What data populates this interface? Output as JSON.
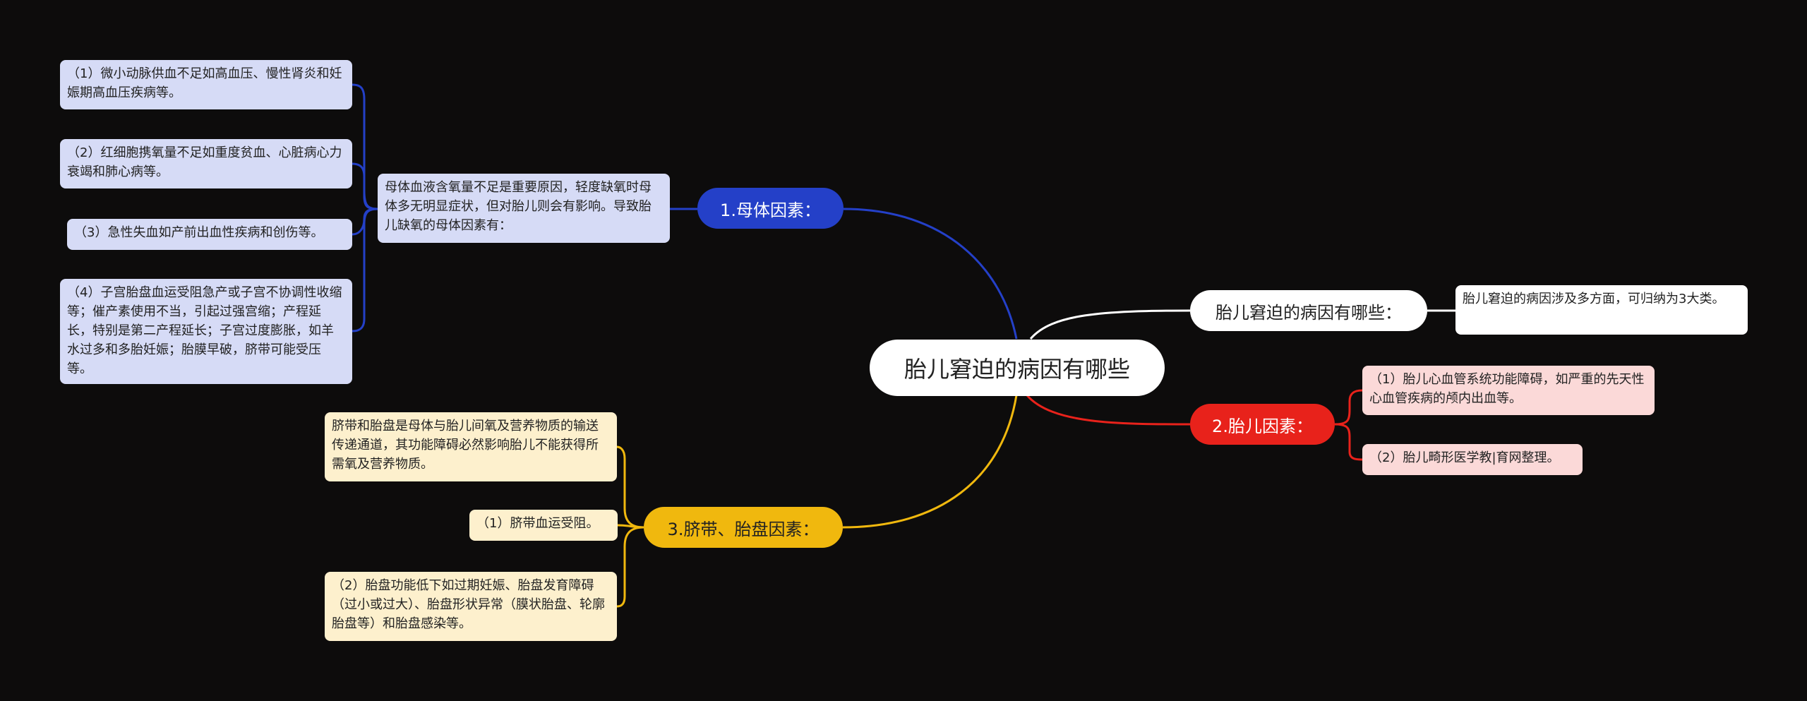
{
  "root": {
    "label": "胎儿窘迫的病因有哪些"
  },
  "question": {
    "label": "胎儿窘迫的病因有哪些：",
    "answer": "胎儿窘迫的病因涉及多方面，可归纳为3大类。"
  },
  "branch1": {
    "label": "1.母体因素：",
    "summary": "母体血液含氧量不足是重要原因，轻度缺氧时母体多无明显症状，但对胎儿则会有影响。导致胎儿缺氧的母体因素有：",
    "items": [
      "（1）微小动脉供血不足如高血压、慢性肾炎和妊娠期高血压疾病等。",
      "（2）红细胞携氧量不足如重度贫血、心脏病心力衰竭和肺心病等。",
      "（3）急性失血如产前出血性疾病和创伤等。",
      "（4）子宫胎盘血运受阻急产或子宫不协调性收缩等；催产素使用不当，引起过强宫缩；产程延长，特别是第二产程延长；子宫过度膨胀，如羊水过多和多胎妊娠；胎膜早破，脐带可能受压等。"
    ]
  },
  "branch2": {
    "label": "2.胎儿因素：",
    "items": [
      "（1）胎儿心血管系统功能障碍，如严重的先天性心血管疾病的颅内出血等。",
      "（2）胎儿畸形医学教|育网整理。"
    ]
  },
  "branch3": {
    "label": "3.脐带、胎盘因素：",
    "summary": "脐带和胎盘是母体与胎儿间氧及营养物质的输送传递通道，其功能障碍必然影响胎儿不能获得所需氧及营养物质。",
    "items": [
      "（1）脐带血运受阻。",
      "（2）胎盘功能低下如过期妊娠、胎盘发育障碍（过小或过大）、胎盘形状异常（膜状胎盘、轮廓胎盘等）和胎盘感染等。"
    ]
  },
  "colors": {
    "background": "#0d0c0c",
    "branch1": "#2440c8",
    "branch2": "#e8221b",
    "branch3": "#f0b80e",
    "root": "#ffffff"
  }
}
